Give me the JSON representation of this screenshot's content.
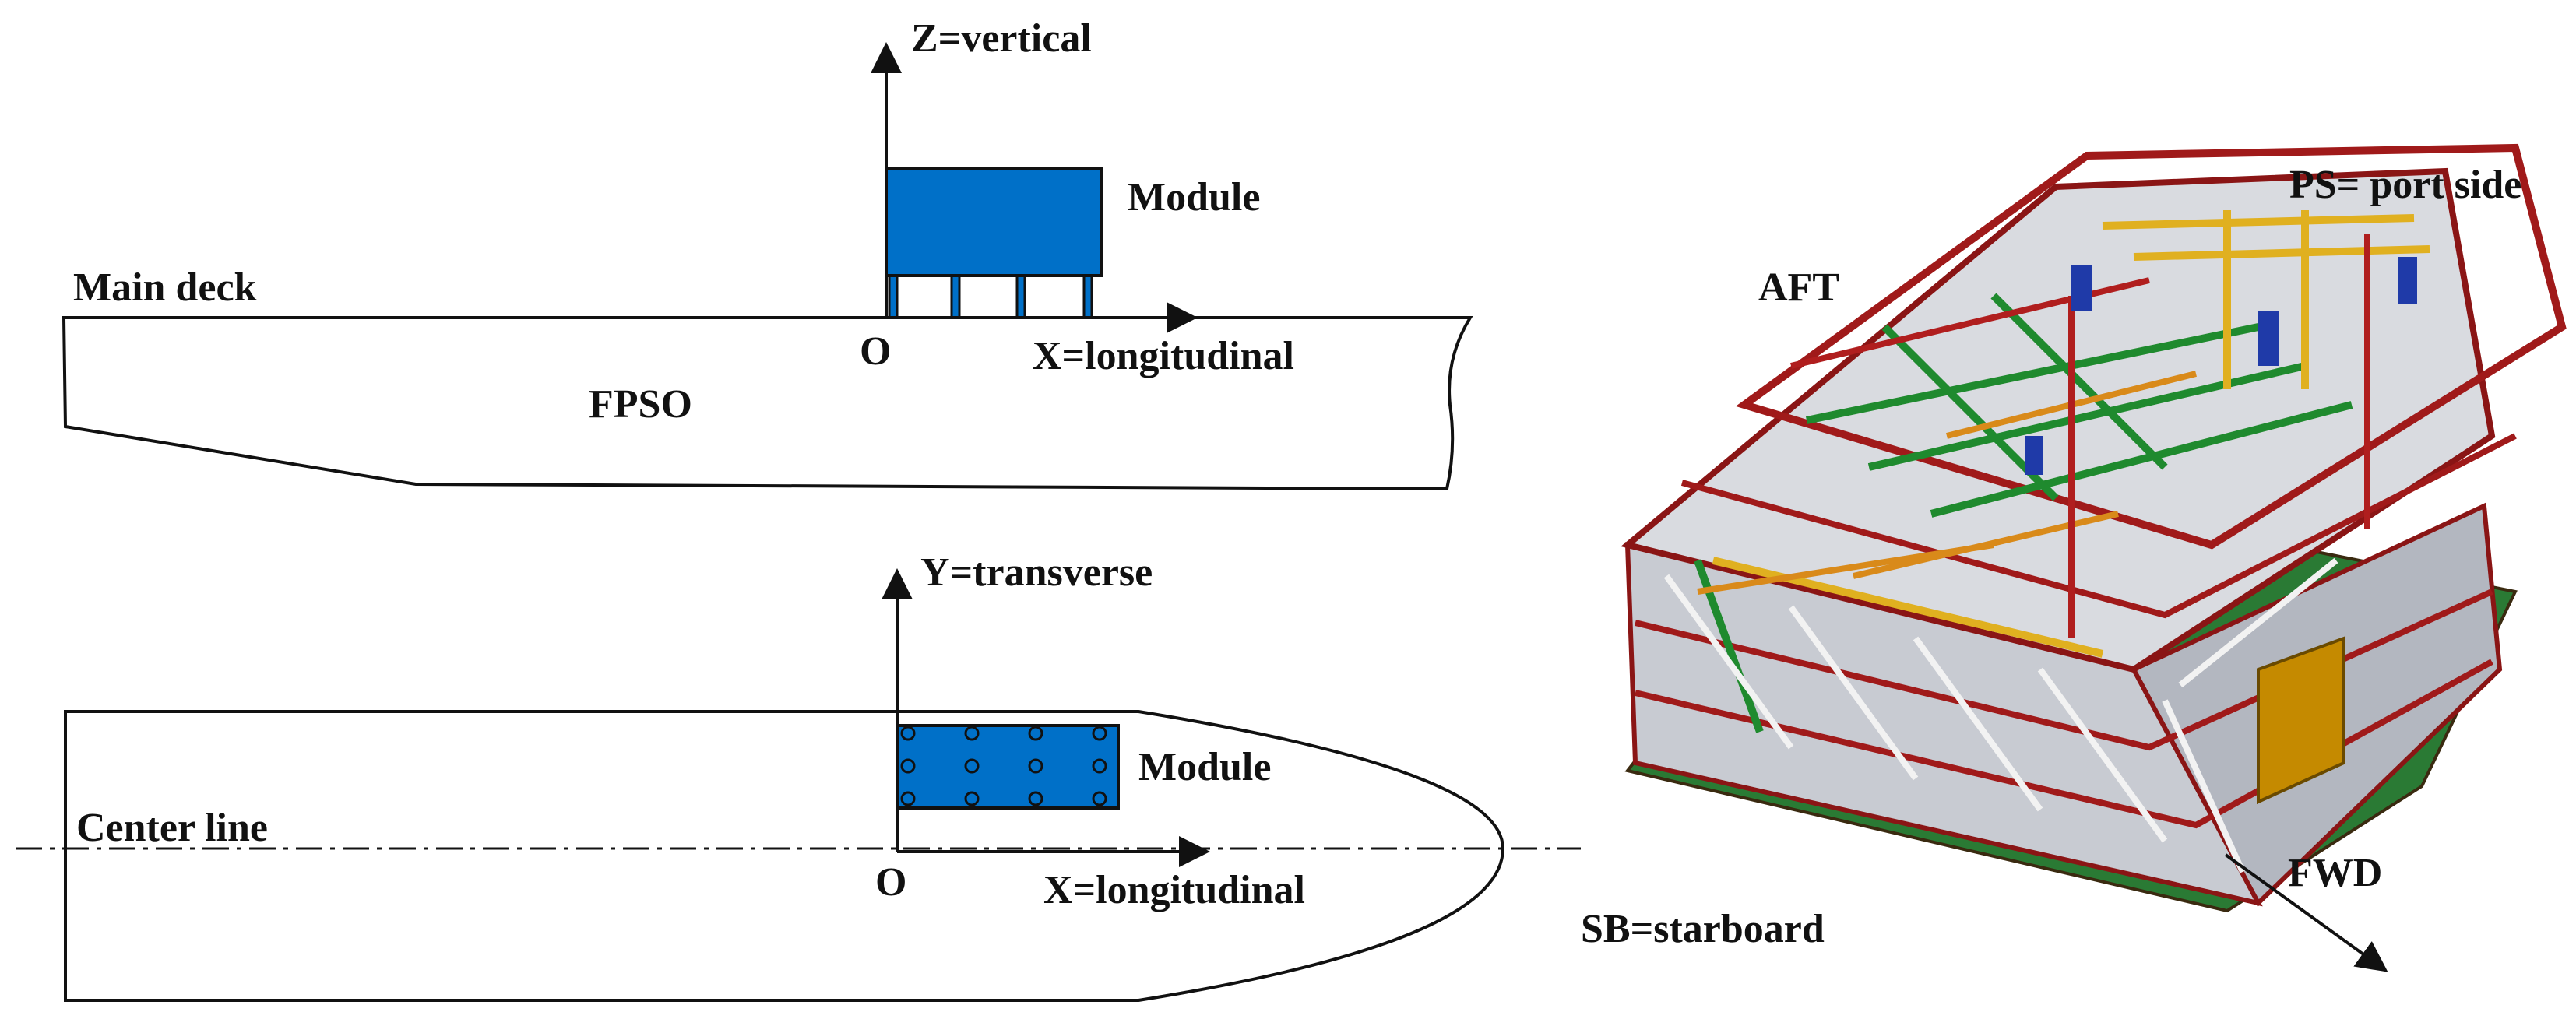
{
  "elevation_view": {
    "axis_z": "Z=vertical",
    "axis_x": "X=longitudinal",
    "origin": "O",
    "deck": "Main deck",
    "hull": "FPSO",
    "module": "Module"
  },
  "plan_view": {
    "axis_y": "Y=transverse",
    "axis_x": "X=longitudinal",
    "origin": "O",
    "centerline": "Center line",
    "module": "Module"
  },
  "model_view": {
    "aft": "AFT",
    "port": "PS= port side",
    "starboard": "SB=starboard",
    "forward": "FWD"
  },
  "colors": {
    "module_fill": "#0070c8",
    "line": "#111111",
    "steel_gray": "#b9bcc4",
    "pipe_red": "#b01e1e",
    "pipe_green": "#1f8a2e",
    "pipe_yellow": "#e0b020",
    "pipe_orange": "#d98a1a",
    "pipe_blue": "#1f3aa8",
    "deck_green": "#1b6e2a",
    "panel_amber": "#c58a00"
  }
}
